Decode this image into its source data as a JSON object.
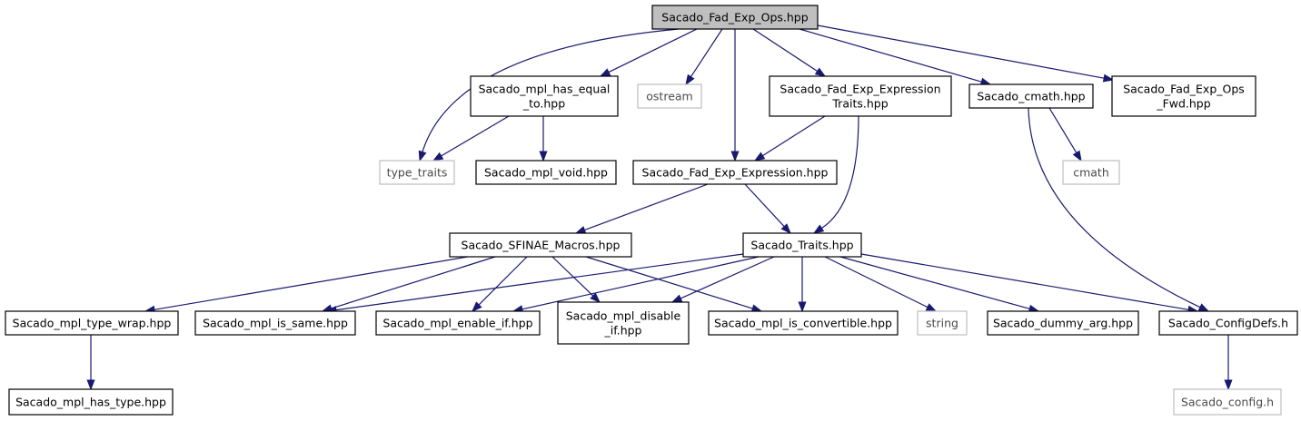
{
  "diagram": {
    "title": "",
    "nodes": [
      {
        "id": "root",
        "lines": [
          "Sacado_Fad_Exp_Ops.hpp"
        ],
        "style": "root"
      },
      {
        "id": "type_traits",
        "lines": [
          "type_traits"
        ],
        "style": "external"
      },
      {
        "id": "has_equal_to",
        "lines": [
          "Sacado_mpl_has_equal",
          "_to.hpp"
        ],
        "style": "normal"
      },
      {
        "id": "ostream",
        "lines": [
          "ostream"
        ],
        "style": "external"
      },
      {
        "id": "expr_traits",
        "lines": [
          "Sacado_Fad_Exp_Expression",
          "Traits.hpp"
        ],
        "style": "normal"
      },
      {
        "id": "cmath_hpp",
        "lines": [
          "Sacado_cmath.hpp"
        ],
        "style": "normal"
      },
      {
        "id": "ops_fwd",
        "lines": [
          "Sacado_Fad_Exp_Ops",
          "_Fwd.hpp"
        ],
        "style": "normal"
      },
      {
        "id": "mpl_void",
        "lines": [
          "Sacado_mpl_void.hpp"
        ],
        "style": "normal"
      },
      {
        "id": "expression",
        "lines": [
          "Sacado_Fad_Exp_Expression.hpp"
        ],
        "style": "normal"
      },
      {
        "id": "cmath",
        "lines": [
          "cmath"
        ],
        "style": "external"
      },
      {
        "id": "sfinae",
        "lines": [
          "Sacado_SFINAE_Macros.hpp"
        ],
        "style": "normal"
      },
      {
        "id": "traits",
        "lines": [
          "Sacado_Traits.hpp"
        ],
        "style": "normal"
      },
      {
        "id": "type_wrap",
        "lines": [
          "Sacado_mpl_type_wrap.hpp"
        ],
        "style": "normal"
      },
      {
        "id": "is_same",
        "lines": [
          "Sacado_mpl_is_same.hpp"
        ],
        "style": "normal"
      },
      {
        "id": "enable_if",
        "lines": [
          "Sacado_mpl_enable_if.hpp"
        ],
        "style": "normal"
      },
      {
        "id": "disable_if",
        "lines": [
          "Sacado_mpl_disable",
          "_if.hpp"
        ],
        "style": "normal"
      },
      {
        "id": "is_convertible",
        "lines": [
          "Sacado_mpl_is_convertible.hpp"
        ],
        "style": "normal"
      },
      {
        "id": "string",
        "lines": [
          "string"
        ],
        "style": "external"
      },
      {
        "id": "dummy_arg",
        "lines": [
          "Sacado_dummy_arg.hpp"
        ],
        "style": "normal"
      },
      {
        "id": "configdefs",
        "lines": [
          "Sacado_ConfigDefs.h"
        ],
        "style": "normal"
      },
      {
        "id": "has_type",
        "lines": [
          "Sacado_mpl_has_type.hpp"
        ],
        "style": "normal"
      },
      {
        "id": "config_h",
        "lines": [
          "Sacado_config.h"
        ],
        "style": "external"
      }
    ],
    "edges": [
      {
        "from": "root",
        "to": "type_traits"
      },
      {
        "from": "root",
        "to": "has_equal_to"
      },
      {
        "from": "root",
        "to": "ostream"
      },
      {
        "from": "root",
        "to": "expression"
      },
      {
        "from": "root",
        "to": "expr_traits"
      },
      {
        "from": "root",
        "to": "cmath_hpp"
      },
      {
        "from": "root",
        "to": "ops_fwd"
      },
      {
        "from": "has_equal_to",
        "to": "type_traits"
      },
      {
        "from": "has_equal_to",
        "to": "mpl_void"
      },
      {
        "from": "expr_traits",
        "to": "expression"
      },
      {
        "from": "expr_traits",
        "to": "traits"
      },
      {
        "from": "cmath_hpp",
        "to": "cmath"
      },
      {
        "from": "cmath_hpp",
        "to": "configdefs"
      },
      {
        "from": "expression",
        "to": "sfinae"
      },
      {
        "from": "expression",
        "to": "traits"
      },
      {
        "from": "sfinae",
        "to": "type_wrap"
      },
      {
        "from": "sfinae",
        "to": "is_same"
      },
      {
        "from": "sfinae",
        "to": "enable_if"
      },
      {
        "from": "sfinae",
        "to": "disable_if"
      },
      {
        "from": "sfinae",
        "to": "is_convertible"
      },
      {
        "from": "traits",
        "to": "is_same"
      },
      {
        "from": "traits",
        "to": "enable_if"
      },
      {
        "from": "traits",
        "to": "disable_if"
      },
      {
        "from": "traits",
        "to": "is_convertible"
      },
      {
        "from": "traits",
        "to": "string"
      },
      {
        "from": "traits",
        "to": "dummy_arg"
      },
      {
        "from": "traits",
        "to": "configdefs"
      },
      {
        "from": "type_wrap",
        "to": "has_type"
      },
      {
        "from": "configdefs",
        "to": "config_h"
      }
    ]
  },
  "colors": {
    "edge": "#191970",
    "root_fill": "#bfbfbf",
    "external_border": "#bfbfbf",
    "node_border": "#000000"
  }
}
